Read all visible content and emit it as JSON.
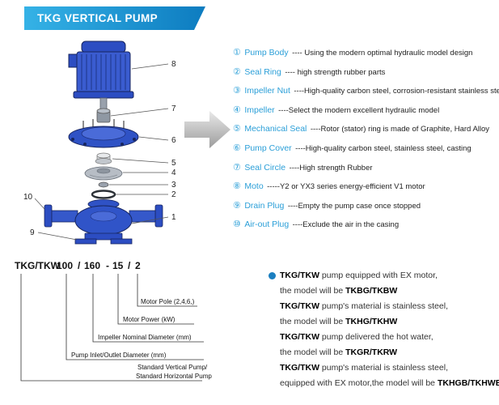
{
  "header": {
    "title": "TKG VERTICAL PUMP"
  },
  "diagram": {
    "callouts": {
      "c1": "1",
      "c2": "2",
      "c3": "3",
      "c4": "4",
      "c5": "5",
      "c6": "6",
      "c7": "7",
      "c8": "8",
      "c9": "9",
      "c10": "10"
    }
  },
  "parts": [
    {
      "num": "①",
      "name": "Pump Body",
      "desc": "---- Using the modern optimal hydraulic model design"
    },
    {
      "num": "②",
      "name": "Seal Ring",
      "desc": "---- high strength rubber parts"
    },
    {
      "num": "③",
      "name": "Impeller Nut",
      "desc": "----High-quality carbon steel, corrosion-resistant stainless steel"
    },
    {
      "num": "④",
      "name": "Impeller",
      "desc": "----Select the modern excellent hydraulic model"
    },
    {
      "num": "⑤",
      "name": "Mechanical Seal",
      "desc": "----Rotor (stator) ring is made of Graphite, Hard Alloy"
    },
    {
      "num": "⑥",
      "name": "Pump Cover",
      "desc": "----High-quality carbon steel, stainless steel, casting"
    },
    {
      "num": "⑦",
      "name": "Seal Circle",
      "desc": "----High strength Rubber"
    },
    {
      "num": "⑧",
      "name": "Moto",
      "desc": "-----Y2 or YX3 series energy-efficient V1 motor"
    },
    {
      "num": "⑨",
      "name": "Drain Plug",
      "desc": "----Empty the pump case once stopped"
    },
    {
      "num": "⑩",
      "name": "Air-out Plug",
      "desc": "----Exclude the air in the casing"
    }
  ],
  "model_code": {
    "series": "TKG/TKW",
    "inlet": "100",
    "sep1": "/",
    "impeller": "160",
    "sep2": "-",
    "power": "15",
    "sep3": "/",
    "pole": "2",
    "labels": {
      "pole": "Motor Pole (2,4,6,)",
      "power": "Motor Power  (kW)",
      "impeller": "Impeller Nominal Diameter (mm)",
      "inlet": "Pump Inlet/Outlet Diameter (mm)",
      "series1": "Standard Vertical Pump/",
      "series2": "Standard  Horizontal Pump"
    }
  },
  "notes": {
    "lines": [
      {
        "b1": "TKG/TKW",
        "t": " pump equipped with EX motor,",
        "b2": ""
      },
      {
        "b1": "",
        "t": "the model will be ",
        "b2": "TKBG/TKBW"
      },
      {
        "b1": "TKG/TKW",
        "t": " pump's material is stainless steel,",
        "b2": ""
      },
      {
        "b1": "",
        "t": "the model will be ",
        "b2": "TKHG/TKHW"
      },
      {
        "b1": "TKG/TKW",
        "t": " pump delivered the hot water,",
        "b2": ""
      },
      {
        "b1": "",
        "t": "the model will be ",
        "b2": "TKGR/TKRW"
      },
      {
        "b1": "TKG/TKW",
        "t": " pump's material is stainless steel,",
        "b2": ""
      },
      {
        "b1": "",
        "t": "equipped with EX motor,the model will be ",
        "b2": "TKHGB/TKHWB"
      }
    ]
  },
  "colors": {
    "accent": "#2b9fd8",
    "banner_from": "#35b2e6",
    "banner_to": "#0d7cc0",
    "pump_blue": "#3054c8",
    "bullet": "#1b7fc0",
    "text": "#222222"
  }
}
